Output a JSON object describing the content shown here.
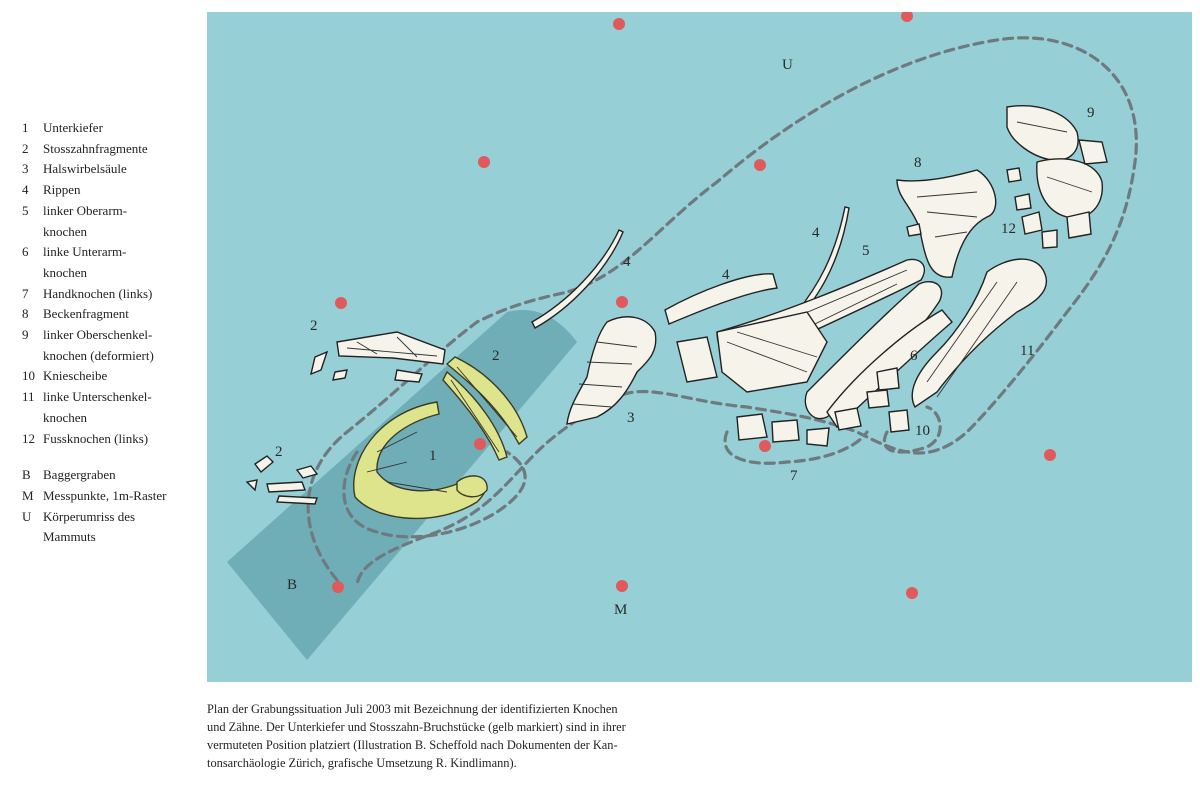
{
  "legend": {
    "items": [
      {
        "key": "1",
        "text": "Unterkiefer"
      },
      {
        "key": "2",
        "text": "Stosszahnfragmente"
      },
      {
        "key": "3",
        "text": "Halswirbelsäule"
      },
      {
        "key": "4",
        "text": "Rippen"
      },
      {
        "key": "5",
        "text": "linker Oberarm-\nknochen"
      },
      {
        "key": "6",
        "text": "linke Unterarm-\nknochen"
      },
      {
        "key": "7",
        "text": "Handknochen (links)"
      },
      {
        "key": "8",
        "text": "Beckenfragment"
      },
      {
        "key": "9",
        "text": "linker Oberschenkel-\nknochen (deformiert)"
      },
      {
        "key": "10",
        "text": "Kniescheibe"
      },
      {
        "key": "11",
        "text": "linke Unterschenkel-\nknochen"
      },
      {
        "key": "12",
        "text": "Fussknochen (links)"
      }
    ],
    "extra": [
      {
        "key": "B",
        "text": "Baggergraben"
      },
      {
        "key": "M",
        "text": "Messpunkte, 1m-Raster"
      },
      {
        "key": "U",
        "text": "Körperumriss des\nMammuts"
      }
    ]
  },
  "map": {
    "labels": {
      "U": "U",
      "B": "B",
      "M": "M",
      "n1": "1",
      "n2a": "2",
      "n2b": "2",
      "n2c": "2",
      "n3": "3",
      "n4a": "4",
      "n4b": "4",
      "n4c": "4",
      "n5": "5",
      "n6": "6",
      "n7": "7",
      "n8": "8",
      "n9": "9",
      "n10": "10",
      "n11": "11",
      "n12": "12"
    },
    "colors": {
      "background": "#96cfd5",
      "trench": "#6aa8b2",
      "point": "#e05a5c",
      "highlight": "#dde48c"
    }
  },
  "caption": "Plan der Grabungssituation Juli 2003 mit Bezeichnung der identifizierten Knochen\nund Zähne. Der Unterkiefer und Stosszahn-Bruchstücke (gelb markiert) sind in ihrer\nvermuteten Position platziert (Illustration B. Scheffold nach Dokumenten der Kan-\ntonsarchäologie Zürich, grafische Umsetzung R. Kindlimann)."
}
